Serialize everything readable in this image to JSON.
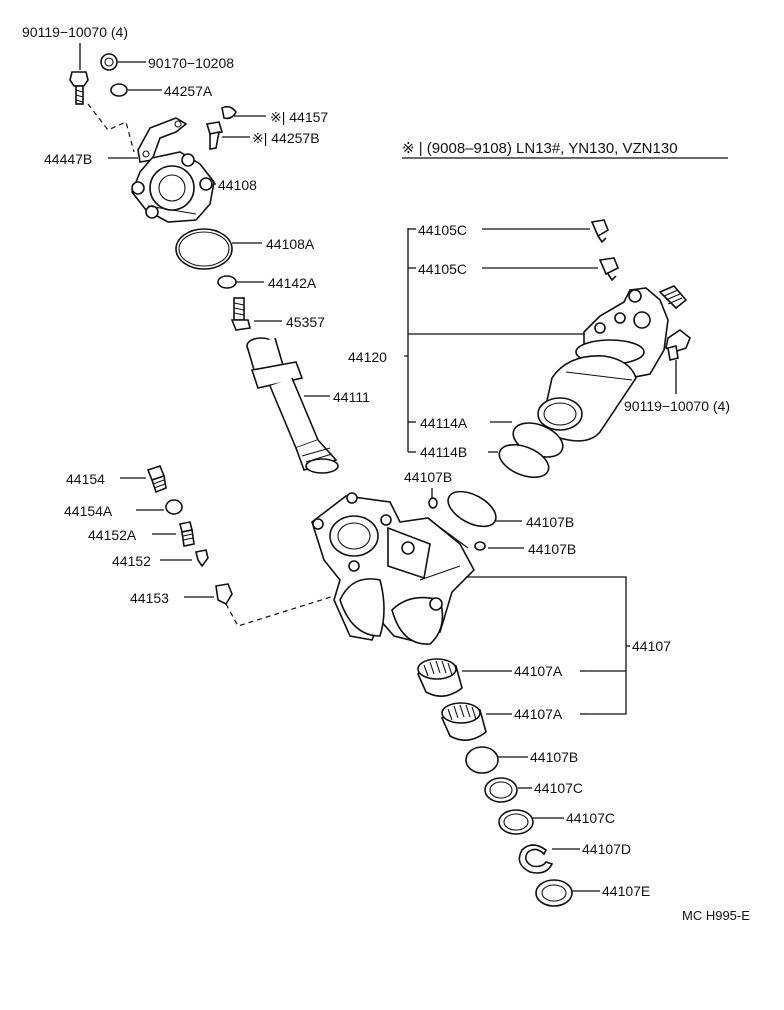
{
  "note": "※ | (9008–9108) LN13#, YN130, VZN130",
  "figure_code": "MC H995-E",
  "labels": {
    "p90119_top": "90119−10070 (4)",
    "p90170": "90170−10208",
    "p44257A": "44257A",
    "p44157": "※| 44157",
    "p44257B": "※| 44257B",
    "p44447B": "44447B",
    "p44108": "44108",
    "p44108A": "44108A",
    "p44142A": "44142A",
    "p45357": "45357",
    "p44111": "44111",
    "p44120": "44120",
    "p44105C_1": "44105C",
    "p44105C_2": "44105C",
    "p44114A": "44114A",
    "p44114B": "44114B",
    "p90119_right": "90119−10070 (4)",
    "p44154": "44154",
    "p44154A": "44154A",
    "p44152A": "44152A",
    "p44152": "44152",
    "p44153": "44153",
    "p44107B_top": "44107B",
    "p44107B_ring": "44107B",
    "p44107B_small": "44107B",
    "p44107": "44107",
    "p44107A_1": "44107A",
    "p44107A_2": "44107A",
    "p44107B_low": "44107B",
    "p44107C_1": "44107C",
    "p44107C_2": "44107C",
    "p44107D": "44107D",
    "p44107E": "44107E"
  }
}
